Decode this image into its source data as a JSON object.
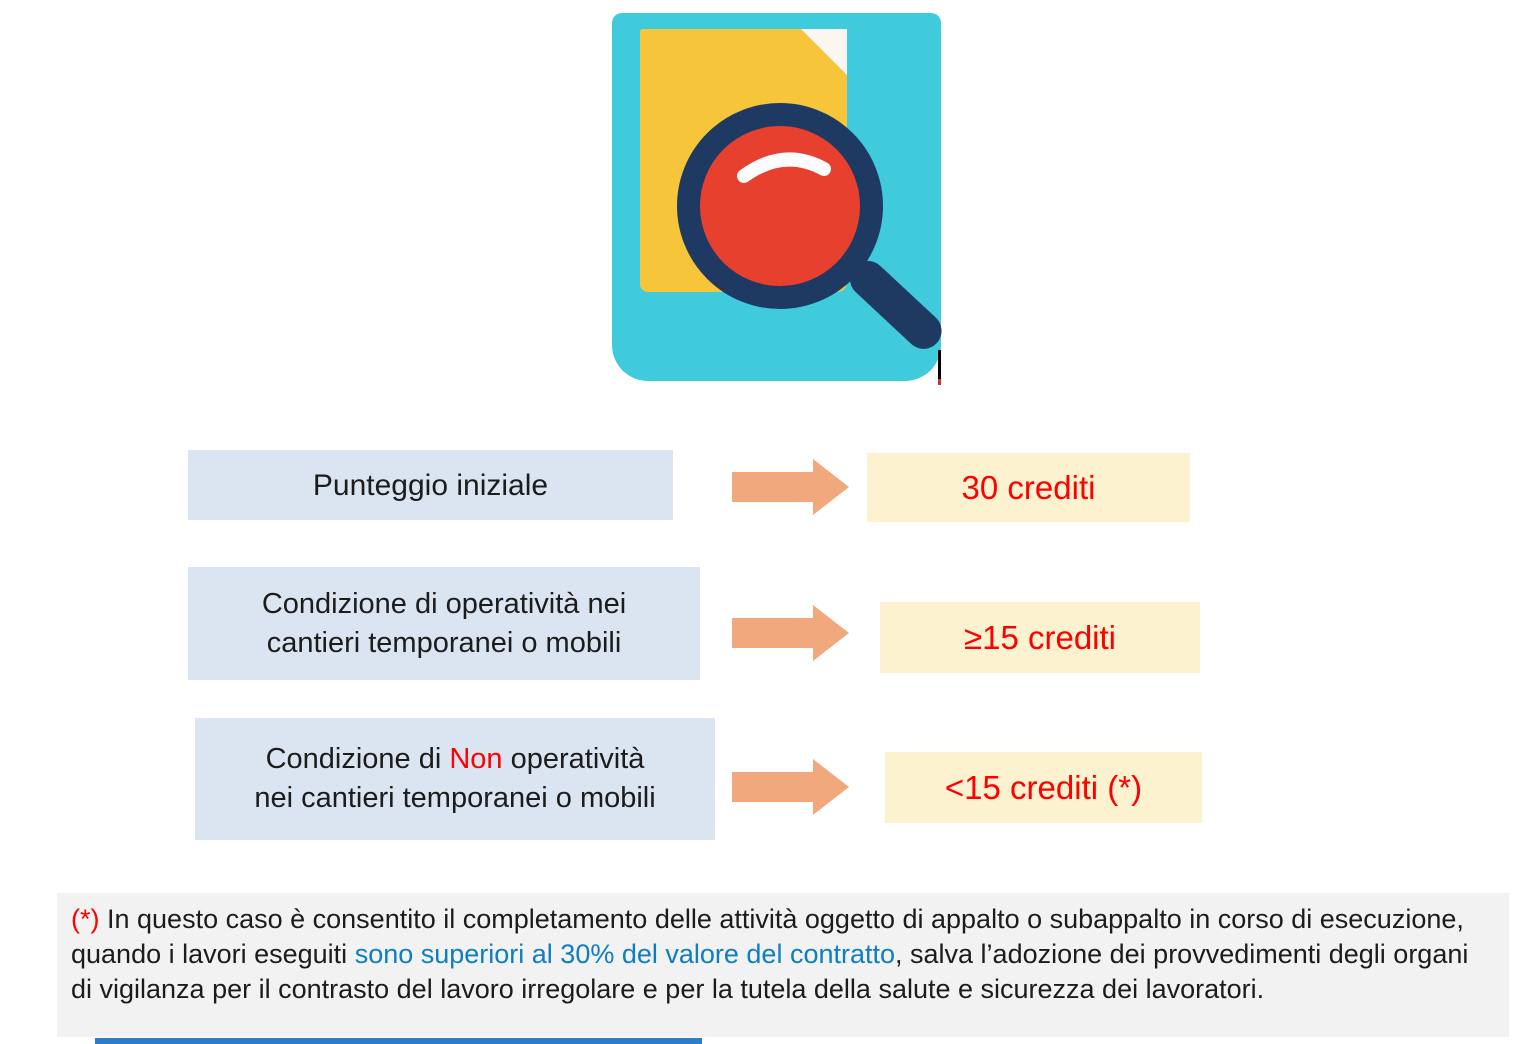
{
  "icon": {
    "name": "document-with-magnifier-icon",
    "colors": {
      "background": "#3fcbdc",
      "document": "#f6c53a",
      "fold": "#fbf7f0",
      "rim": "#1e3a62",
      "lens": "#e8402f",
      "shine": "#fcfcfc"
    }
  },
  "rows": [
    {
      "label": {
        "line1": "Punteggio iniziale"
      },
      "value": "30 crediti"
    },
    {
      "label": {
        "line1": "Condizione di operatività nei",
        "line2": "cantieri temporanei o mobili"
      },
      "value": "≥15 crediti"
    },
    {
      "label": {
        "line1_pre": "Condizione di ",
        "line1_red": "Non",
        "line1_post": " operatività",
        "line2": "nei cantieri temporanei o mobili"
      },
      "value": "<15 crediti (*)"
    }
  ],
  "footnote": {
    "marker": "(*)",
    "text_before_link": " In questo caso è consentito il completamento delle attività oggetto di appalto o subappalto in corso di esecuzione, quando i lavori eseguiti ",
    "link_text": "sono superiori al 30% del valore del contratto",
    "text_after_link": ", salva l’adozione dei provvedimenti degli organi di vigilanza per il contrasto del lavoro irregolare e per la tutela della salute e sicurezza dei lavoratori."
  },
  "colors": {
    "label_box": "#dbe5f1",
    "value_box": "#fdf2d0",
    "arrow": "#f1a87c",
    "accent_red": "#fe0000",
    "link_blue": "#0f7dc2",
    "footnote_background": "#f2f2f2",
    "bottom_strip_blue": "#2c7cc9"
  }
}
